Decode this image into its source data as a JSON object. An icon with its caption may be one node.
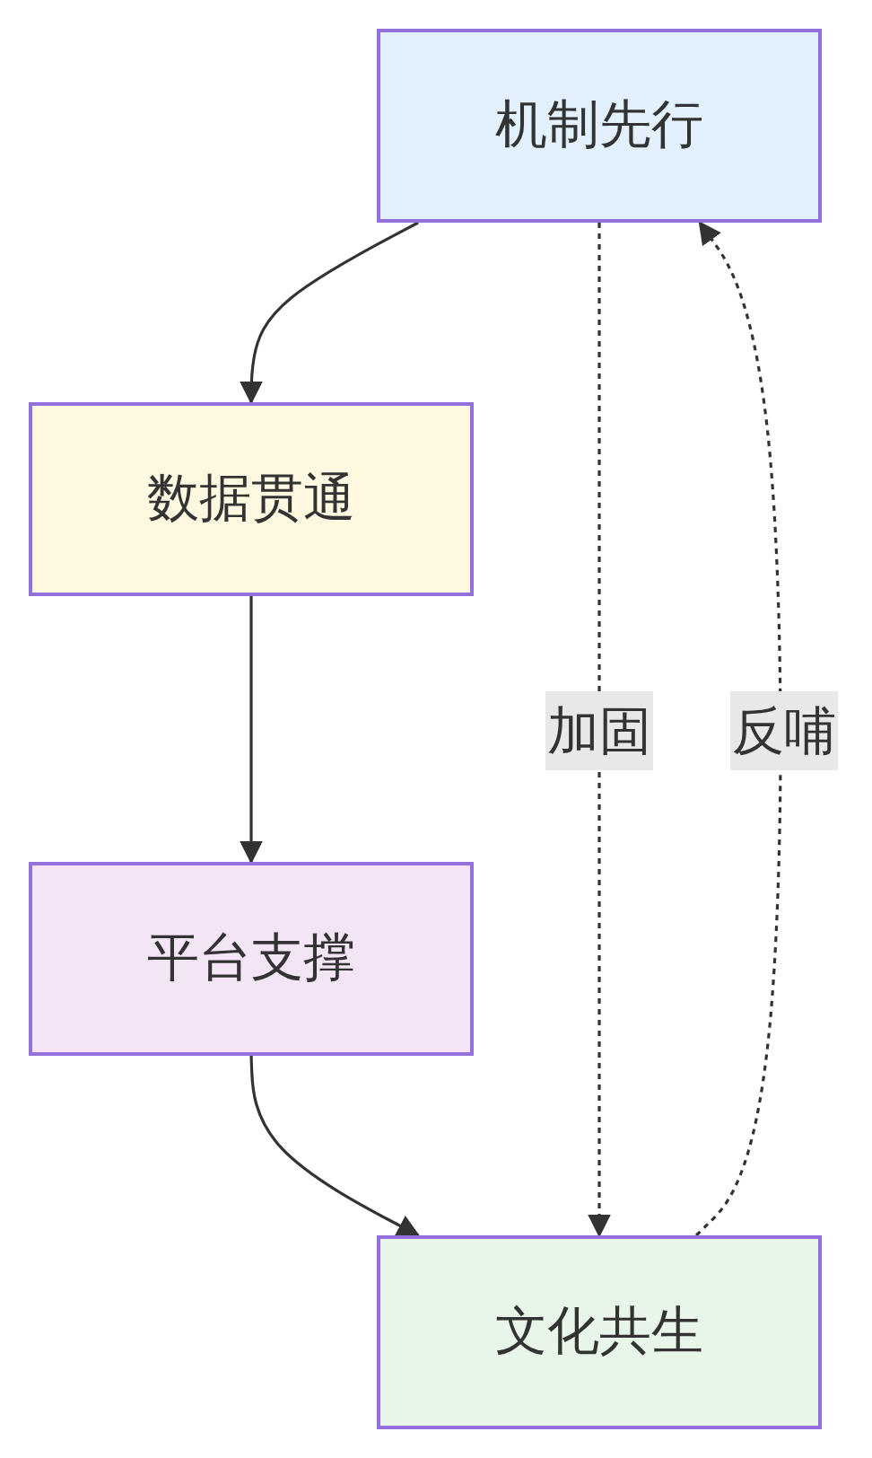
{
  "diagram": {
    "nodes": [
      {
        "text": [
          "机制先行"
        ]
      },
      {
        "text": [
          "数据贯通"
        ]
      },
      {
        "text": [
          "平台支撑"
        ]
      },
      {
        "text": [
          "文化共生"
        ]
      }
    ],
    "edges": [
      {
        "from": 0,
        "to": 1,
        "arrow": "to"
      },
      {
        "from": 1,
        "to": 2,
        "arrow": "to"
      },
      {
        "from": 2,
        "to": 3,
        "arrow": "to"
      },
      {
        "from": 0,
        "to": 3,
        "arrow": "to",
        "label": "加固",
        "style": "dashed"
      },
      {
        "from": 3,
        "to": 0,
        "arrow": "to",
        "label": "反哺",
        "style": "dashed"
      }
    ]
  }
}
